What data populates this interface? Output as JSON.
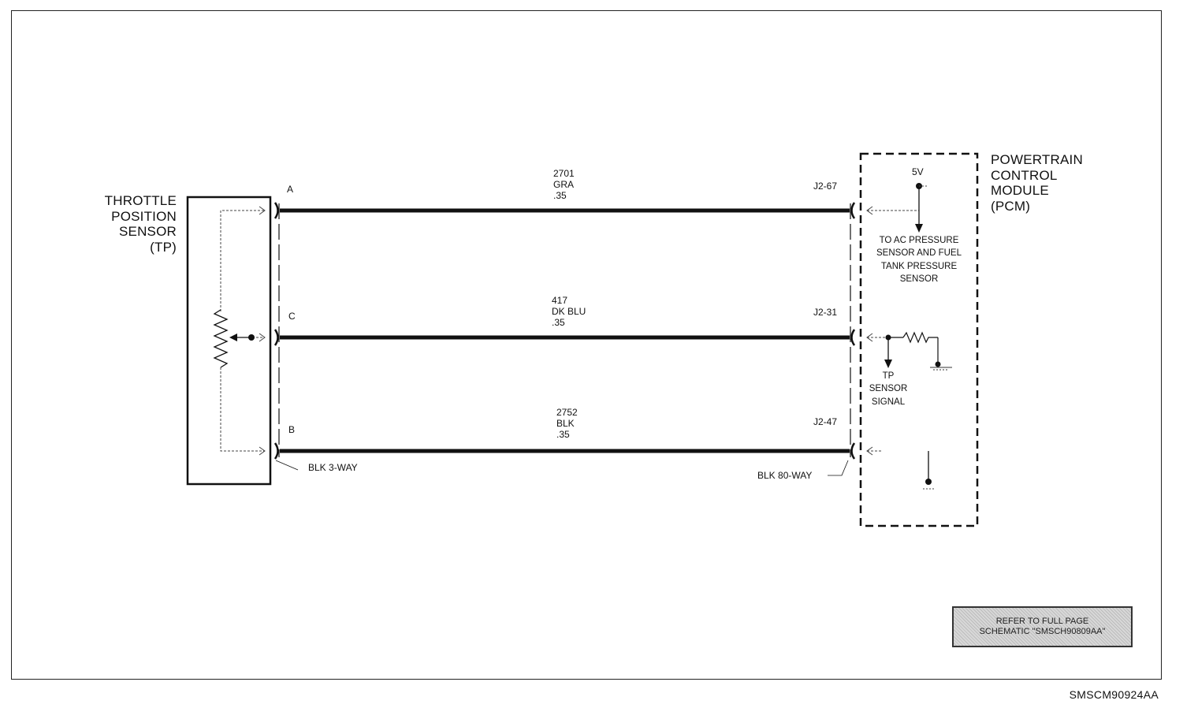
{
  "sensor": {
    "name_lines": [
      "THROTTLE",
      "POSITION",
      "SENSOR",
      "(TP)"
    ]
  },
  "module": {
    "name_lines": [
      "POWERTRAIN",
      "CONTROL",
      "MODULE",
      "(PCM)"
    ],
    "supply_label": "5V",
    "supply_note_lines": [
      "TO AC PRESSURE",
      "SENSOR AND FUEL",
      "TANK PRESSURE",
      "SENSOR"
    ],
    "signal_note_lines": [
      "TP",
      "SENSOR",
      "SIGNAL"
    ]
  },
  "circuits": [
    {
      "pin": "A",
      "circuit": "2701",
      "color": "GRA",
      "gauge": ".35",
      "pcm_pin": "J2-67"
    },
    {
      "pin": "C",
      "circuit": "417",
      "color": "DK BLU",
      "gauge": ".35",
      "pcm_pin": "J2-31"
    },
    {
      "pin": "B",
      "circuit": "2752",
      "color": "BLK",
      "gauge": ".35",
      "pcm_pin": "J2-47"
    }
  ],
  "connectors": {
    "sensor_side": "BLK 3-WAY",
    "pcm_side": "BLK 80-WAY"
  },
  "note_lines": [
    "REFER TO FULL PAGE",
    "SCHEMATIC \"SMSCH90809AA\""
  ],
  "figure_id": "SMSCM90924AA"
}
